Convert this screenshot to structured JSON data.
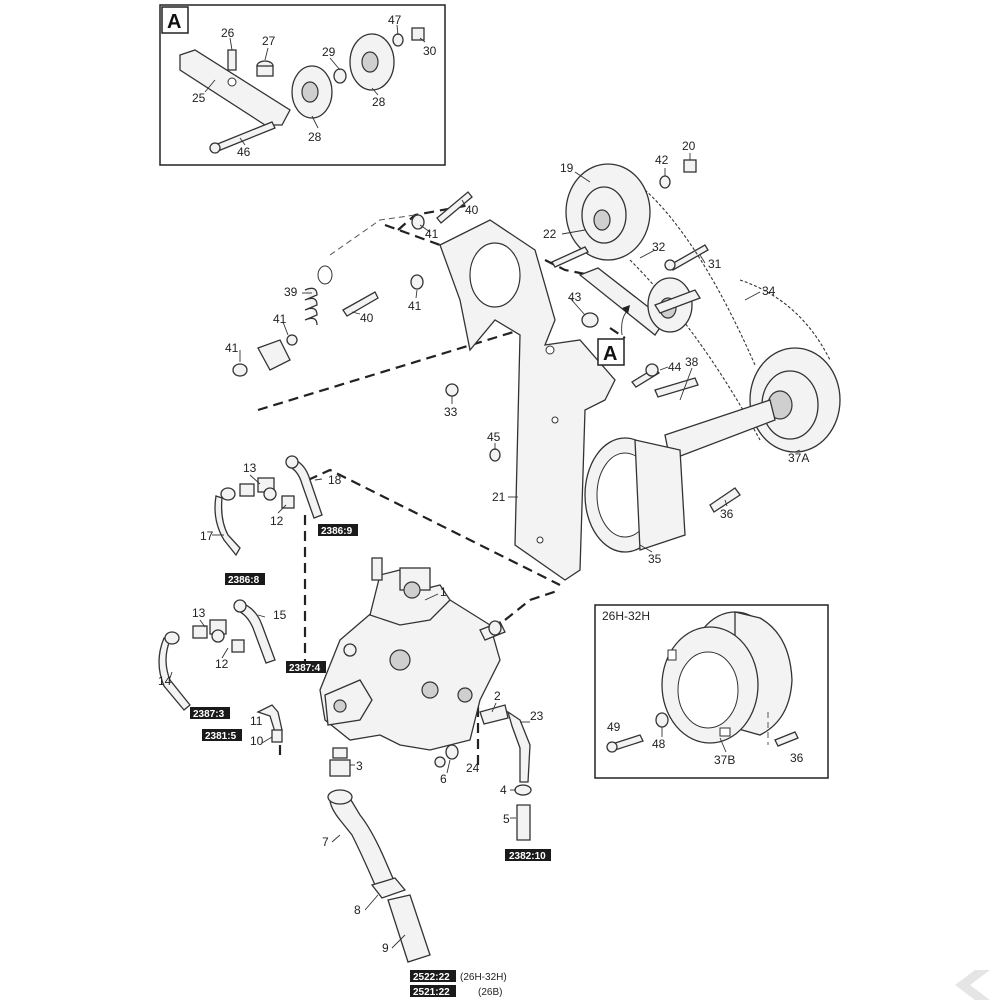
{
  "inset_a": {
    "title": "A",
    "callouts": [
      {
        "id": "c-a-26",
        "label": "26"
      },
      {
        "id": "c-a-27",
        "label": "27"
      },
      {
        "id": "c-a-47",
        "label": "47"
      },
      {
        "id": "c-a-30",
        "label": "30"
      },
      {
        "id": "c-a-29",
        "label": "29"
      },
      {
        "id": "c-a-25",
        "label": "25"
      },
      {
        "id": "c-a-28a",
        "label": "28"
      },
      {
        "id": "c-a-28b",
        "label": "28"
      },
      {
        "id": "c-a-46",
        "label": "46"
      }
    ]
  },
  "inset_variant": {
    "title": "26H-32H",
    "callouts": [
      {
        "id": "c-v-49",
        "label": "49"
      },
      {
        "id": "c-v-48",
        "label": "48"
      },
      {
        "id": "c-v-37b",
        "label": "37B"
      },
      {
        "id": "c-v-36",
        "label": "36"
      }
    ]
  },
  "callout_a_marker": "A",
  "callouts": [
    {
      "id": "c-20",
      "label": "20"
    },
    {
      "id": "c-42",
      "label": "42"
    },
    {
      "id": "c-19",
      "label": "19"
    },
    {
      "id": "c-40a",
      "label": "40"
    },
    {
      "id": "c-41a",
      "label": "41"
    },
    {
      "id": "c-22",
      "label": "22"
    },
    {
      "id": "c-32",
      "label": "32"
    },
    {
      "id": "c-31",
      "label": "31"
    },
    {
      "id": "c-34",
      "label": "34"
    },
    {
      "id": "c-39",
      "label": "39"
    },
    {
      "id": "c-41b",
      "label": "41"
    },
    {
      "id": "c-40b",
      "label": "40"
    },
    {
      "id": "c-43",
      "label": "43"
    },
    {
      "id": "c-41c",
      "label": "41"
    },
    {
      "id": "c-41d",
      "label": "41"
    },
    {
      "id": "c-44",
      "label": "44"
    },
    {
      "id": "c-33",
      "label": "33"
    },
    {
      "id": "c-38",
      "label": "38"
    },
    {
      "id": "c-45",
      "label": "45"
    },
    {
      "id": "c-37a",
      "label": "37A"
    },
    {
      "id": "c-13a",
      "label": "13"
    },
    {
      "id": "c-18",
      "label": "18"
    },
    {
      "id": "c-21",
      "label": "21"
    },
    {
      "id": "c-36",
      "label": "36"
    },
    {
      "id": "c-12a",
      "label": "12"
    },
    {
      "id": "c-17",
      "label": "17"
    },
    {
      "id": "c-35",
      "label": "35"
    },
    {
      "id": "c-1",
      "label": "1"
    },
    {
      "id": "c-13b",
      "label": "13"
    },
    {
      "id": "c-15",
      "label": "15"
    },
    {
      "id": "c-12b",
      "label": "12"
    },
    {
      "id": "c-14",
      "label": "14"
    },
    {
      "id": "c-11",
      "label": "11"
    },
    {
      "id": "c-10",
      "label": "10"
    },
    {
      "id": "c-2",
      "label": "2"
    },
    {
      "id": "c-3",
      "label": "3"
    },
    {
      "id": "c-6",
      "label": "6"
    },
    {
      "id": "c-24",
      "label": "24"
    },
    {
      "id": "c-23",
      "label": "23"
    },
    {
      "id": "c-4",
      "label": "4"
    },
    {
      "id": "c-5",
      "label": "5"
    },
    {
      "id": "c-7",
      "label": "7"
    },
    {
      "id": "c-8",
      "label": "8"
    },
    {
      "id": "c-9",
      "label": "9"
    }
  ],
  "references": [
    {
      "id": "r-2386-9",
      "label": "2386:9"
    },
    {
      "id": "r-2386-8",
      "label": "2386:8"
    },
    {
      "id": "r-2387-4",
      "label": "2387:4"
    },
    {
      "id": "r-2387-3",
      "label": "2387:3"
    },
    {
      "id": "r-2381-5",
      "label": "2381:5"
    },
    {
      "id": "r-2382-10",
      "label": "2382:10"
    },
    {
      "id": "r-2522-22",
      "label": "2522:22"
    },
    {
      "id": "r-2521-22",
      "label": "2521:22"
    }
  ],
  "notes": {
    "note_26h_32h": "(26H-32H)",
    "note_26b": "(26B)"
  },
  "colors": {
    "ink": "#222222",
    "ref_fill": "#1a1a1a",
    "paper": "#ffffff"
  }
}
